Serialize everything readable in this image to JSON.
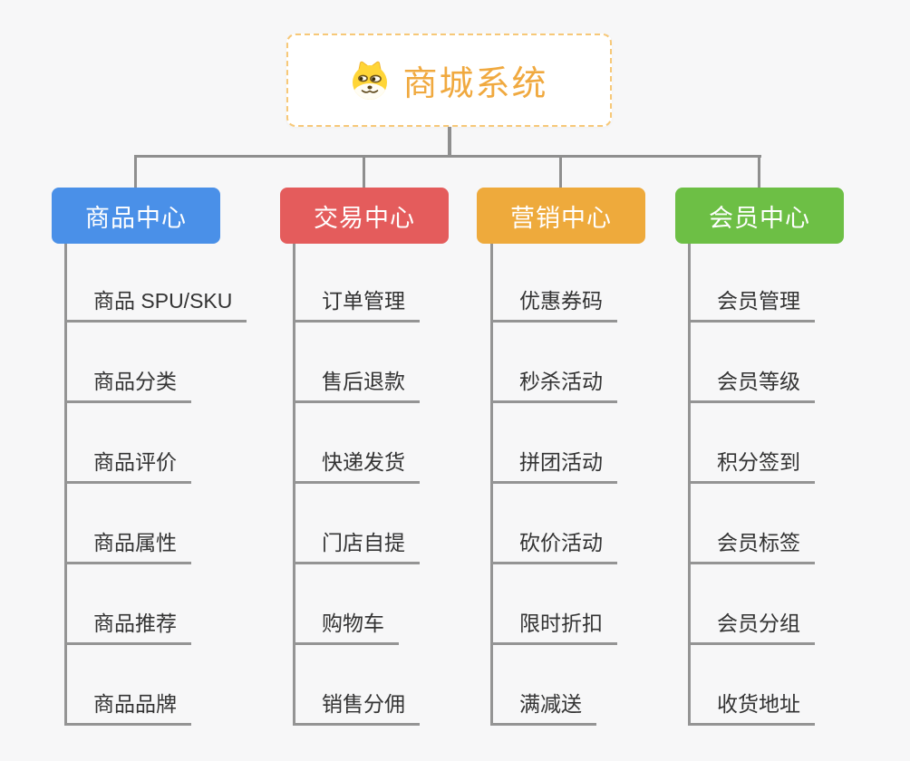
{
  "root": {
    "title": "商城系统",
    "icon": "dog-face-icon"
  },
  "branches": [
    {
      "label": "商品中心",
      "color": "#4a90e8",
      "children": [
        "商品 SPU/SKU",
        "商品分类",
        "商品评价",
        "商品属性",
        "商品推荐",
        "商品品牌"
      ]
    },
    {
      "label": "交易中心",
      "color": "#e45c5c",
      "children": [
        "订单管理",
        "售后退款",
        "快递发货",
        "门店自提",
        "购物车",
        "销售分佣"
      ]
    },
    {
      "label": "营销中心",
      "color": "#eeaa3c",
      "children": [
        "优惠券码",
        "秒杀活动",
        "拼团活动",
        "砍价活动",
        "限时折扣",
        "满减送"
      ]
    },
    {
      "label": "会员中心",
      "color": "#6dbf45",
      "children": [
        "会员管理",
        "会员等级",
        "积分签到",
        "会员标签",
        "会员分组",
        "收货地址"
      ]
    }
  ],
  "colors": {
    "connector": "#8f8f8f",
    "underline": "#949494",
    "child_text": "#333333",
    "root_title": "#f0a93f",
    "root_border": "#f7c878",
    "background": "#f7f7f8"
  }
}
